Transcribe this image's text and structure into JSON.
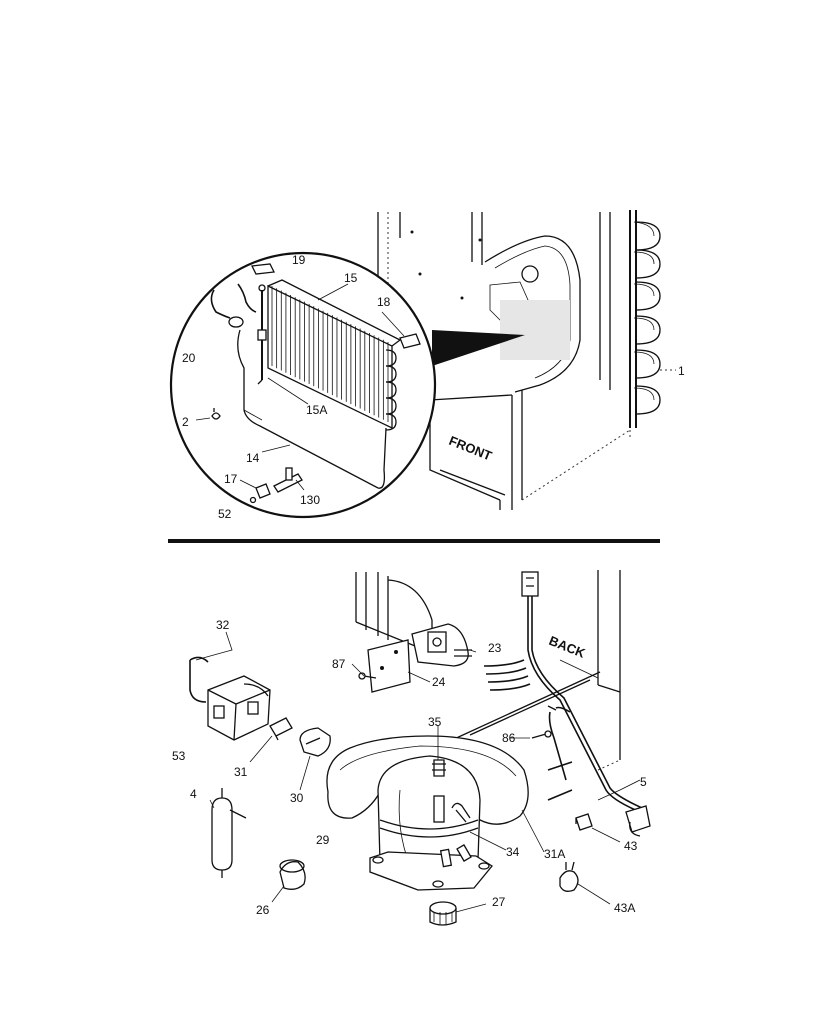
{
  "labels": {
    "p1": "1",
    "p2": "2",
    "p4": "4",
    "p5": "5",
    "p14": "14",
    "p15": "15",
    "p15a": "15A",
    "p17": "17",
    "p18": "18",
    "p19": "19",
    "p20": "20",
    "p23": "23",
    "p24": "24",
    "p26": "26",
    "p27": "27",
    "p29": "29",
    "p30": "30",
    "p31": "31",
    "p31a": "31A",
    "p32": "32",
    "p34": "34",
    "p35": "35",
    "p43": "43",
    "p43a": "43A",
    "p52": "52",
    "p53": "53",
    "p86": "86",
    "p87": "87",
    "p130": "130"
  },
  "text": {
    "front": "FRONT",
    "back": "BACK"
  },
  "colors": {
    "ink": "#111111",
    "paper": "#ffffff"
  }
}
